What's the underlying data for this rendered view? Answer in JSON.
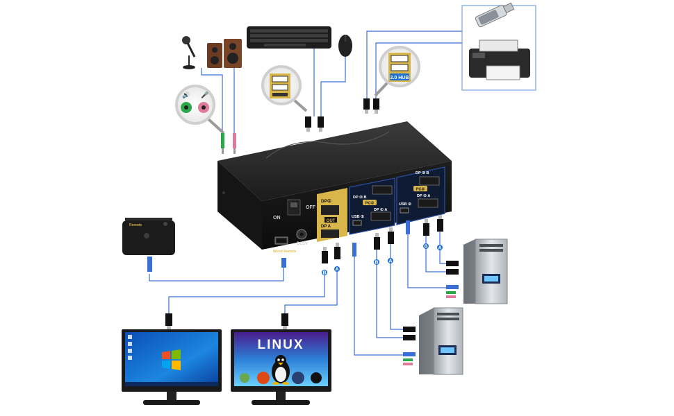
{
  "switch": {
    "power_on": "ON",
    "power_off": "OFF",
    "dp_out_1": "DP①",
    "out_label": "OUT",
    "dp_out_a": "DP A",
    "dc_label": "DC5V",
    "wired_remote": "Wired Remote",
    "pc1_dp_b": "DP ② B",
    "pc1_label": "PC①",
    "pc1_dp_a": "DP ① A",
    "pc1_usb": "USB ①",
    "pc2_dp_b": "DP ③ B",
    "pc2_label": "PC②",
    "pc2_dp_a": "DP ② A",
    "pc2_usb": "USB ②"
  },
  "usb_hub_label": "2.0 HUB",
  "remote_brand": "Remote",
  "cable_badges": {
    "b": "B",
    "a": "A"
  },
  "monitor_right_title": "LINUX",
  "colors": {
    "cable": "#3a6fd8",
    "gold": "#d8b64a",
    "hub_badge": "#1d6fd8",
    "audio_green": "#2ba84a",
    "audio_pink": "#e07a9a",
    "tower": "#c8ccd0"
  }
}
